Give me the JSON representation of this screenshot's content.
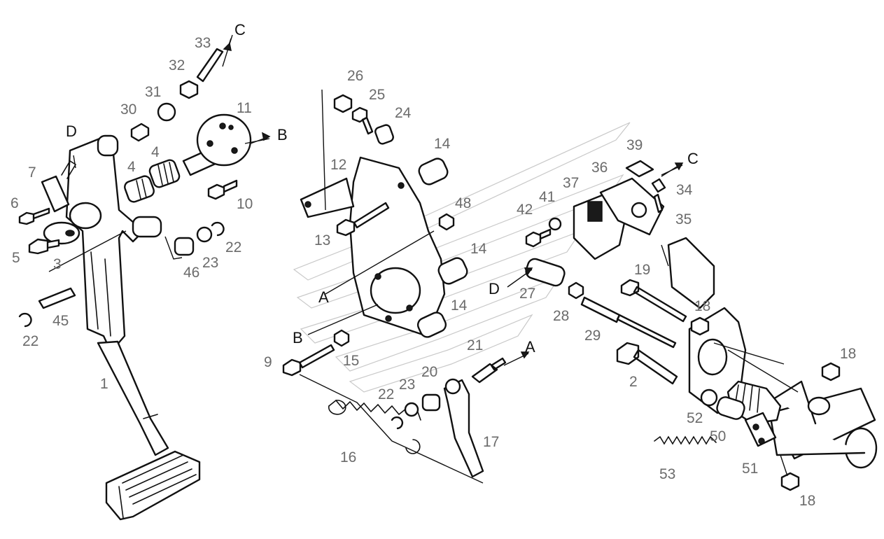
{
  "colors": {
    "line": "#111111",
    "label": "#6b6b6b",
    "watermark": "#c9c9c9",
    "background": "#ffffff"
  },
  "refs": {
    "A": "A",
    "B": "B",
    "C": "C",
    "D": "D"
  },
  "callouts": {
    "n1": "1",
    "n2": "2",
    "n3": "3",
    "n4a": "4",
    "n4b": "4",
    "n5": "5",
    "n6": "6",
    "n7": "7",
    "n9": "9",
    "n10": "10",
    "n11": "11",
    "n12": "12",
    "n13": "13",
    "n14a": "14",
    "n14b": "14",
    "n14c": "14",
    "n15": "15",
    "n16": "16",
    "n17": "17",
    "n18a": "18",
    "n18b": "18",
    "n18c": "18",
    "n19": "19",
    "n20": "20",
    "n21": "21",
    "n22a": "22",
    "n22b": "22",
    "n22c": "22",
    "n23a": "23",
    "n23b": "23",
    "n24": "24",
    "n25": "25",
    "n26": "26",
    "n27": "27",
    "n28": "28",
    "n29": "29",
    "n30": "30",
    "n31": "31",
    "n32": "32",
    "n33": "33",
    "n34": "34",
    "n35": "35",
    "n36": "36",
    "n37": "37",
    "n39": "39",
    "n41": "41",
    "n42": "42",
    "n45": "45",
    "n46": "46",
    "n48": "48",
    "n50": "50",
    "n51": "51",
    "n52": "52",
    "n53": "53"
  }
}
